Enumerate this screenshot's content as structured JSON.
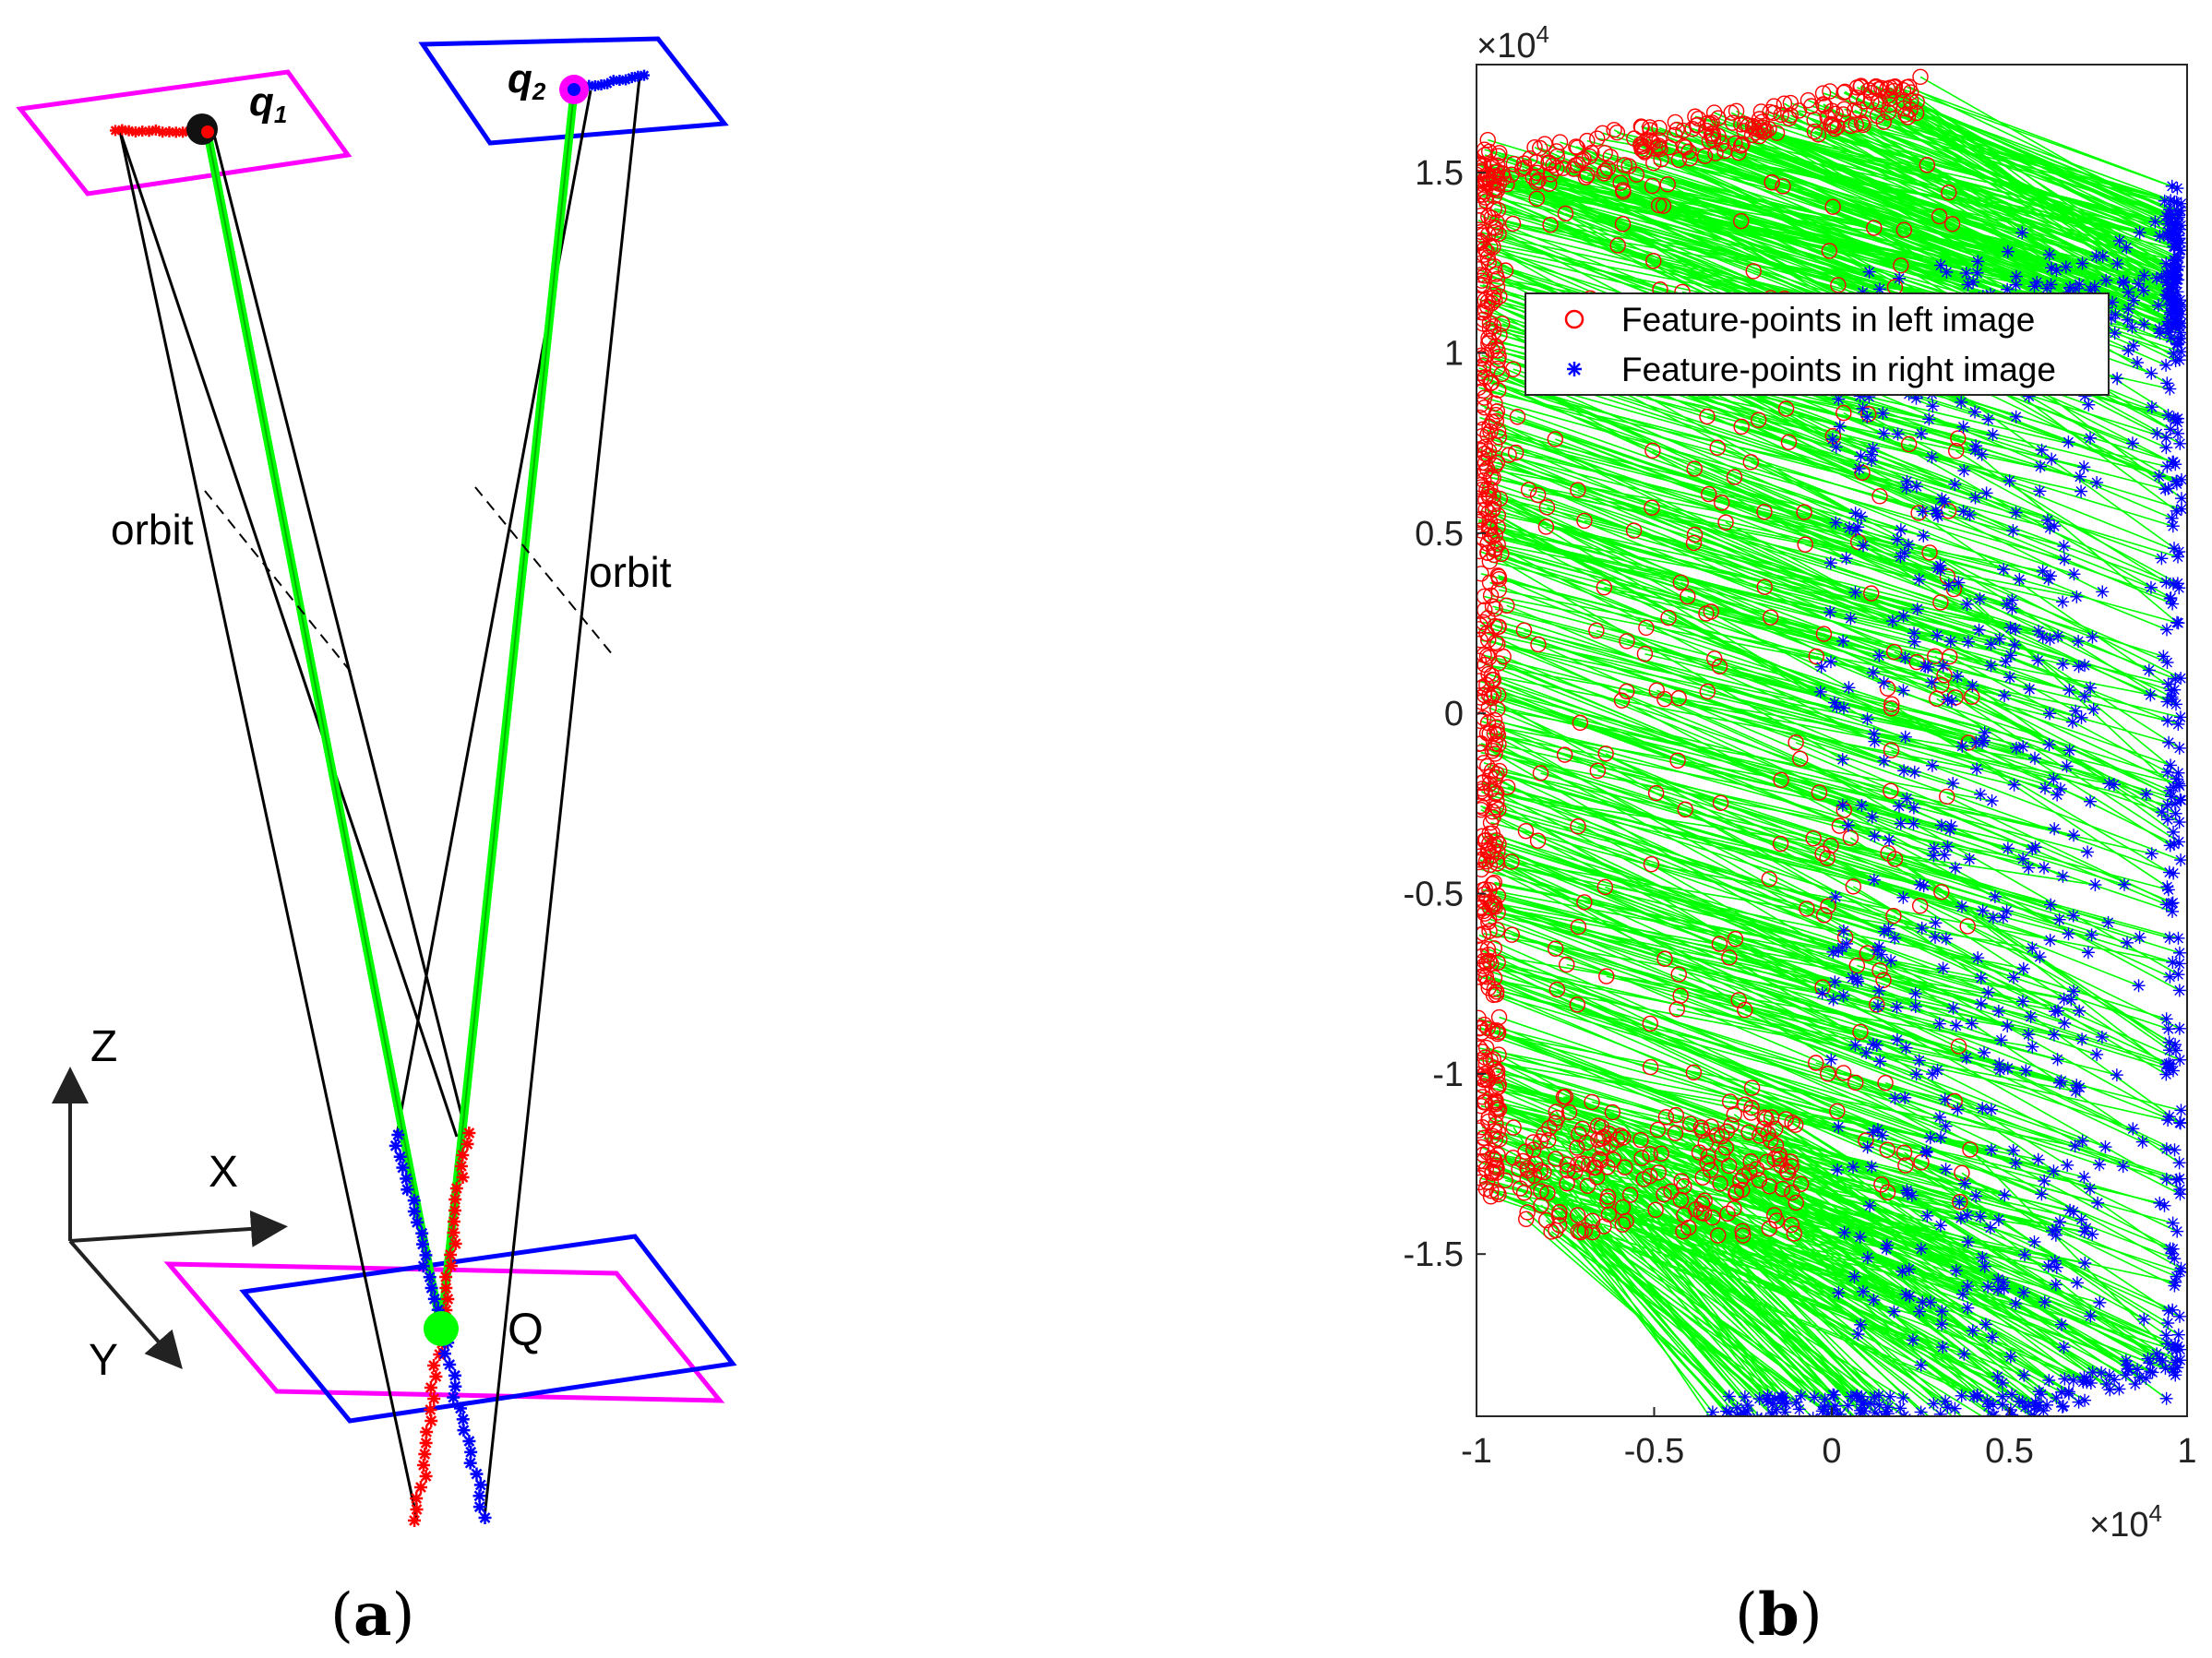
{
  "panel_a": {
    "caption_open": "(",
    "caption_letter": "a",
    "caption_close": ")",
    "label_q1_main": "q",
    "label_q1_sub": "1",
    "label_q2_main": "q",
    "label_q2_sub": "2",
    "label_orbit_left": "orbit",
    "label_orbit_right": "orbit",
    "label_Q": "Q",
    "axis_z": "Z",
    "axis_x": "X",
    "axis_y": "Y",
    "colors": {
      "left_image_plane": "#ff00ff",
      "right_image_plane": "#0000ff",
      "ray": "#00ff00",
      "left_points": "#ff0000",
      "right_points": "#0000ff"
    }
  },
  "panel_b": {
    "caption_open": "(",
    "caption_letter": "b",
    "caption_close": ")",
    "x_exponent_label": "×10",
    "x_exponent_power": "4",
    "y_exponent_label": "×10",
    "y_exponent_power": "4",
    "legend": [
      {
        "label": "Feature-points in left image",
        "marker": "o",
        "color": "#ff0000"
      },
      {
        "label": "Feature-points in right image",
        "marker": "*",
        "color": "#0000ff"
      }
    ],
    "match_line_color": "#00ff00"
  },
  "chart_data": {
    "type": "scatter",
    "title": "",
    "xlabel": "",
    "ylabel": "",
    "xlim": [
      -1,
      1
    ],
    "ylim": [
      -1.95,
      1.8
    ],
    "x_scale_factor": "×10^4",
    "y_scale_factor": "×10^4",
    "x_ticks": [
      "-1",
      "-0.5",
      "0",
      "0.5",
      "1"
    ],
    "y_ticks": [
      "-1.5",
      "-1",
      "-0.5",
      "0",
      "0.5",
      "1",
      "1.5"
    ],
    "grid": false,
    "legend_position": "top-right",
    "series": [
      {
        "name": "Feature-points in left image",
        "marker": "circle",
        "color": "#ff0000",
        "left_edge_x": -0.98,
        "top_edge": [
          [
            -0.98,
            1.55
          ],
          [
            -0.6,
            1.62
          ],
          [
            -0.2,
            1.7
          ],
          [
            0.2,
            1.78
          ]
        ],
        "y_range": [
          -1.35,
          1.8
        ]
      },
      {
        "name": "Feature-points in right image",
        "marker": "asterisk",
        "color": "#0000ff",
        "right_edge_x": 0.98,
        "bottom_edge": [
          [
            -0.35,
            -1.97
          ],
          [
            0.1,
            -1.97
          ],
          [
            0.6,
            -1.85
          ],
          [
            0.95,
            -1.7
          ]
        ],
        "y_range": [
          -1.97,
          1.5
        ]
      }
    ],
    "match_lines": {
      "color": "#00ff00",
      "description_from_legend": ""
    }
  }
}
